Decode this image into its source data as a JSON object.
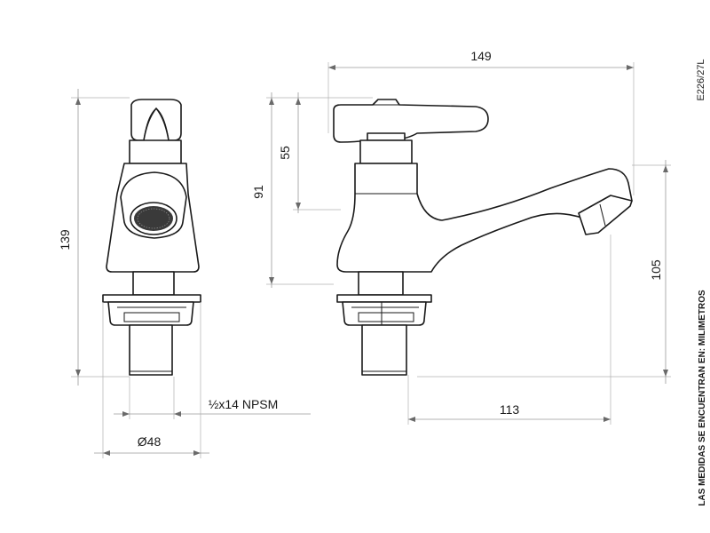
{
  "drawing": {
    "code": "E226/27L",
    "note": "LAS MEDIDAS SE ENCUENTRAN EN: MILIMETROS"
  },
  "dimensions": {
    "overall_width": "149",
    "handle_height": "55",
    "handle_to_base": "91",
    "front_height": "139",
    "spout_height": "105",
    "spout_reach": "113",
    "thread": "½x14 NPSM",
    "base_diameter": "Ø48"
  },
  "colors": {
    "line": "#1a1a1a",
    "dimension": "#9a9a9a"
  }
}
